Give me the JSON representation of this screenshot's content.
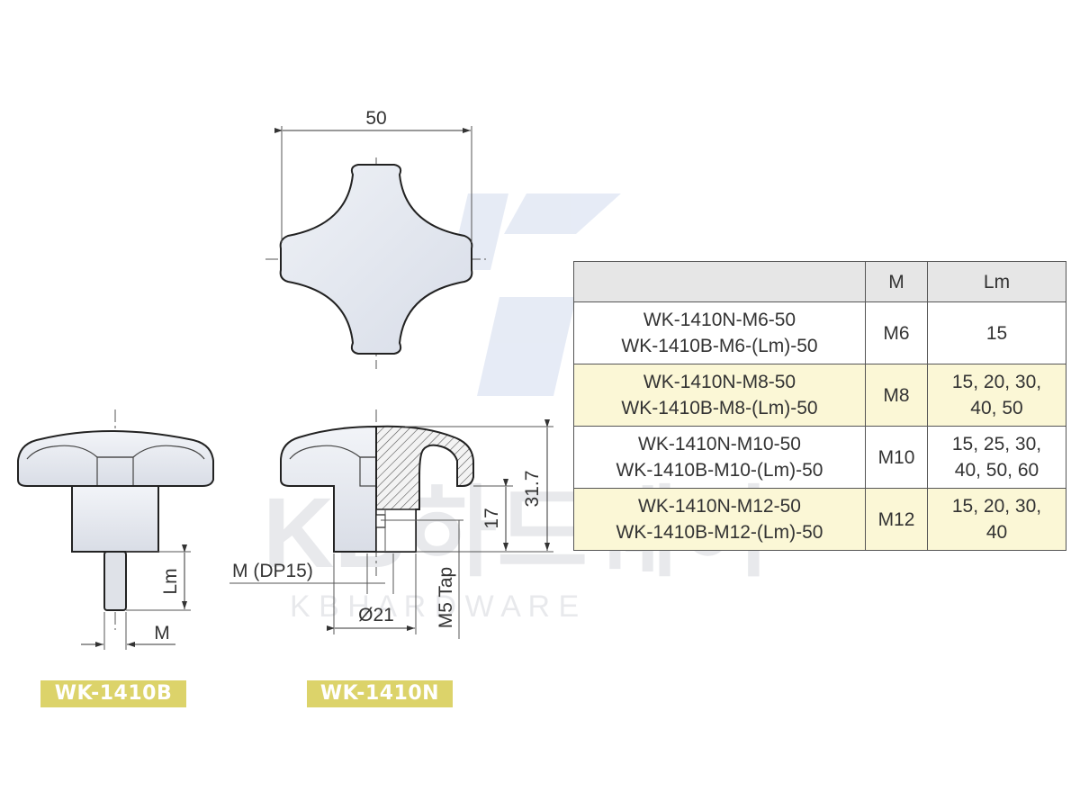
{
  "dimensions": {
    "width_top": "50",
    "height_total": "31.7",
    "height_hub": "17",
    "thread_depth": "M (DP15)",
    "diameter": "Ø21",
    "tap": "M5 Tap",
    "lm": "Lm",
    "m": "M"
  },
  "labels": {
    "variant_b": "WK-1410B",
    "variant_n": "WK-1410N"
  },
  "watermark": {
    "line1": "KB하드웨어",
    "line2": "K B  H A R D W A R E"
  },
  "spec_table": {
    "headers": [
      "",
      "M",
      "Lm"
    ],
    "rows": [
      {
        "model_n": "WK-1410N-M6-50",
        "model_b": "WK-1410B-M6-(Lm)-50",
        "m": "M6",
        "lm": "15",
        "lm2": ""
      },
      {
        "model_n": "WK-1410N-M8-50",
        "model_b": "WK-1410B-M8-(Lm)-50",
        "m": "M8",
        "lm": "15, 20, 30,",
        "lm2": "40, 50"
      },
      {
        "model_n": "WK-1410N-M10-50",
        "model_b": "WK-1410B-M10-(Lm)-50",
        "m": "M10",
        "lm": "15, 25, 30,",
        "lm2": "40, 50, 60"
      },
      {
        "model_n": "WK-1410N-M12-50",
        "model_b": "WK-1410B-M12-(Lm)-50",
        "m": "M12",
        "lm": "15, 20, 30,",
        "lm2": "40"
      }
    ]
  }
}
